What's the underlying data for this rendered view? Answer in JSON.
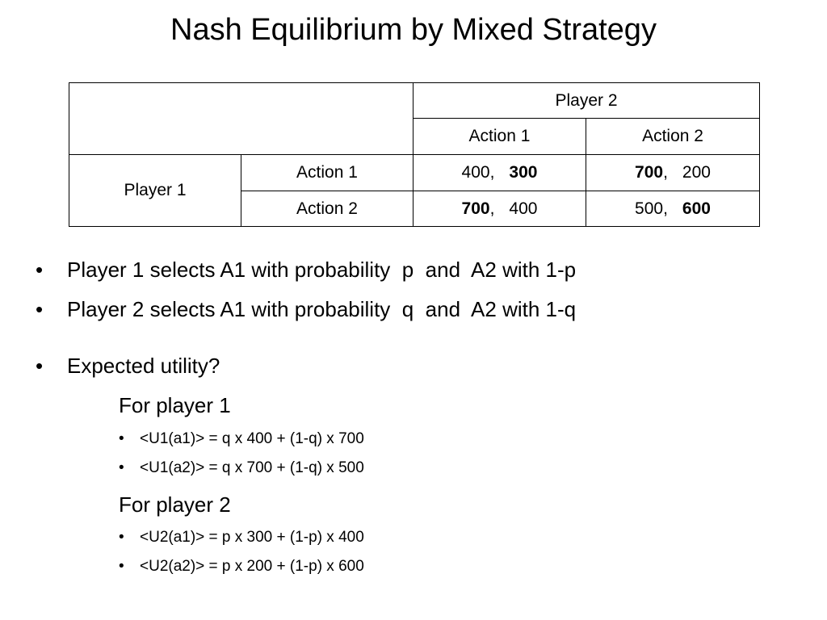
{
  "title": "Nash Equilibrium by Mixed Strategy",
  "table": {
    "player2": "Player 2",
    "player1": "Player 1",
    "col_action1": "Action 1",
    "col_action2": "Action 2",
    "row_action1": "Action 1",
    "row_action2": "Action 2",
    "cells": {
      "r1c1": {
        "a": "400,",
        "b": "300"
      },
      "r1c2": {
        "a": "700",
        "sep": ",",
        "b": "200"
      },
      "r2c1": {
        "a": "700",
        "sep": ",",
        "b": "400"
      },
      "r2c2": {
        "a": "500,",
        "b": "600"
      }
    }
  },
  "bullets": [
    "Player 1 selects A1 with probability  p  and  A2 with 1-p",
    "Player 2 selects A1 with probability  q  and  A2 with 1-q",
    "Expected utility?"
  ],
  "player1_heading": "For player 1",
  "player1_formulas": [
    "<U1(a1)> = q x 400 + (1-q) x 700",
    "<U1(a2)> = q x 700 + (1-q) x 500"
  ],
  "player2_heading": "For player 2",
  "player2_formulas": [
    "<U2(a1)> = p x 300 + (1-p) x 400",
    "<U2(a2)> = p x 200 + (1-p) x 600"
  ],
  "bullet_symbol": "•"
}
